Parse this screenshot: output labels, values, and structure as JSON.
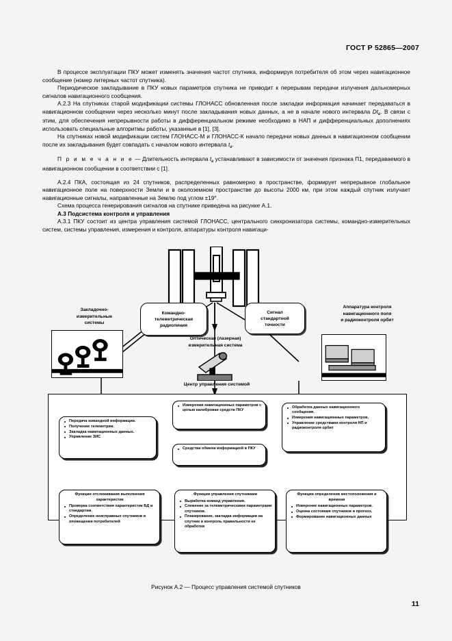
{
  "header": {
    "standard": "ГОСТ Р 52865—2007",
    "page_number": "11"
  },
  "body": {
    "p1": "В процессе эксплуатации ПКУ может изменять значения частот спутника, информируя потребителя об этом через навигационное сообщение (номер литерных частот спутника).",
    "p2": "Периодическое закладывание в ПКУ новых параметров спутника не приводит к перерывам передачи излучения дальномерных сигналов навигационного сообщения.",
    "p3_prefix": "А.2.3",
    "p3": "На спутниках старой модификации системы ГЛОНАСС обновленная после закладки информация начинает передаваться в навигационном сообщении через несколько минут после закладывания новых данных, а не в начале нового интервала",
    "p3_sym": "D",
    "p3_symsub": "t",
    "p3_sub": "в",
    "p3_cont": ". В связи с этим, для обеспечения непрерывности работы в дифференциальном режиме необходимо в НАП и дифференциальных дополнениях использовать специальные алгоритмы работы, указанные в [1], [3].",
    "p4": "На спутниках новой модификации систем ГЛОНАСС-М и ГЛОНАСС-К начало передачи новых данных в навигационном сообщении после их закладывания будет совпадать с началом нового интервала",
    "p4_sym": "t",
    "p4_sub": "в",
    "p4_end": ".",
    "note_label": "П р и м е ч а н и е",
    "note_dash": "—",
    "note_text": "Длительность интервала",
    "note_sym": "t",
    "note_sub": "в",
    "note_text2": "устанавливают в зависимости от значения признака П1, передаваемого в навигационном сообщении в соответствии с [1].",
    "p5_prefix": "А.2.4",
    "p5": "ПКА, состоящая из 24 спутников, распределенных равномерно в пространстве, формирует непрерывное глобальное навигационное поле на поверхности Земли и в околоземном пространстве до высоты 2000 км, при этом каждый спутник излучает навигационные сигналы, направленные на Землю под углом  ±19°.",
    "p6": "Схема процесса генерирования сигналов на спутнике приведена на рисунке А.1.",
    "heading": "А.3 Подсистема контроля и управления",
    "p7_prefix": "А.3.1",
    "p7": "ПКУ состоит  из центра  управления системой ГЛОНАСС, центрального синхронизатора системы, командно-измерительных систем, системы управления, измерения и контроля, аппаратуры контроля навигаци-"
  },
  "figure": {
    "caption": "Рисунок А.2 — Процесс управления системой спутников",
    "labels": {
      "zakladochno": "Закладочно-\nизмерительные\nсистемы",
      "optical": "Оптическая (лазерная)\nизмерительная система",
      "apparatura": "Аппаратура контроля\nнавигационного поля\nи радиоконтроля орбит",
      "center": "Центр управления системой"
    },
    "callouts": [
      {
        "id": "komandno",
        "text": "Командно-\nтелеметрическая\nрадиолиния"
      },
      {
        "id": "signal",
        "text": "Сигнал\nстандартной\nточности"
      }
    ],
    "boxes": [
      {
        "id": "box-left-top",
        "title": "",
        "items": [
          "Передача командной информации.",
          "Получение телеметрии.",
          "Закладка навигационных данных.",
          "Управление ЗИС"
        ]
      },
      {
        "id": "box-mid-measure",
        "title": "",
        "items": [
          "Измерения навигационных параметров с целью калибровки средств ПКУ"
        ]
      },
      {
        "id": "box-mid-exchange",
        "title": "",
        "items": [
          "Средства обмена информацией в ПКУ"
        ]
      },
      {
        "id": "box-right-top",
        "title": "",
        "items": [
          "Обработка данных навигационного сообщения.",
          "Измерения навигационных параметров.",
          "Управление средствами контроля НП и радиоконтроля орбит"
        ]
      },
      {
        "id": "box-bottom-left",
        "title": "Функции отслеживания выполнения характеристик",
        "items": [
          "Проверка соответствия характеристик БД и стандартам.",
          "Определение неисправных спутников и оповещения потребителей"
        ]
      },
      {
        "id": "box-bottom-mid",
        "title": "Функции управления спутниками",
        "items": [
          "Выработка команд управления.",
          "Слежение за телеметрическими параметрами спутников.",
          "Планирование, закладка информации на спутник и контроль правильности ее обработки"
        ]
      },
      {
        "id": "box-bottom-right",
        "title": "Функции определения местоположения и времени",
        "items": [
          "Измерение навигационных параметров.",
          "Оценка состояния спутников и прогноз.",
          "Формирование навигационных данных"
        ]
      }
    ]
  }
}
